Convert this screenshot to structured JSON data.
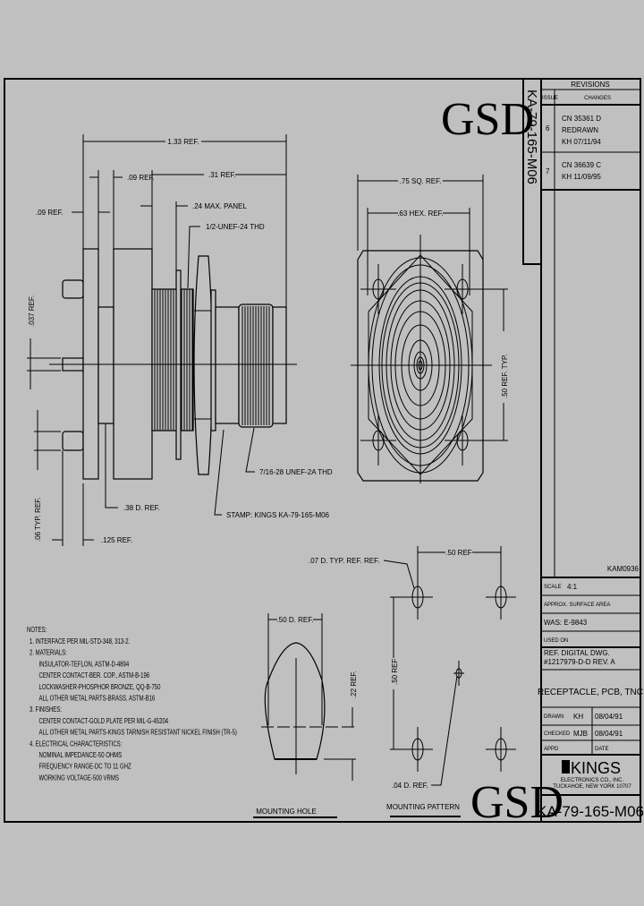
{
  "watermark": "GSD",
  "part_number": "KA-79-165-M06",
  "revisions": {
    "title": "REVISIONS",
    "col_issue": "ISSUE",
    "col_changes": "CHANGES",
    "rows": [
      {
        "issue": "6",
        "lines": [
          "CN 35361 D",
          "REDRAWN",
          "KH 07/11/94"
        ]
      },
      {
        "issue": "7",
        "lines": [
          "CN 36639 C",
          "KH 11/09/95"
        ]
      }
    ]
  },
  "side_view": {
    "dim_overall": "1.33 REF.",
    "dim_gap": ".09 REF.",
    "dim_front": ".31 REF.",
    "dim_flange": ".09 REF.",
    "dim_panel": ".24 MAX. PANEL",
    "thread_rear": "1/2-UNEF-24 THD",
    "thread_front": "7/16-28 UNEF-2A THD",
    "stamp": "STAMP: KINGS KA-79-165-M06",
    "dim_body_dia": ".38 D. REF.",
    "dim_pin_len": ".125 REF.",
    "dim_pin_spacing": ".037 REF.",
    "dim_pin_dia": ".06 TYP. REF."
  },
  "front_view": {
    "dim_square": ".75 SQ. REF.",
    "dim_hex": ".63 HEX. REF.",
    "dim_holes": ".50 REF. TYP."
  },
  "notes": {
    "title": "NOTES:",
    "lines": [
      {
        "indent": 1,
        "text": "1. INTERFACE PER MIL-STD-348, 313-2."
      },
      {
        "indent": 1,
        "text": "2. MATERIALS:"
      },
      {
        "indent": 2,
        "text": "INSULATOR-TEFLON, ASTM-D-4894"
      },
      {
        "indent": 2,
        "text": "CENTER CONTACT-BER. COP., ASTM-B-196"
      },
      {
        "indent": 2,
        "text": "LOCKWASHER-PHOSPHOR BRONZE, QQ-B-750"
      },
      {
        "indent": 2,
        "text": "ALL OTHER METAL PARTS-BRASS, ASTM-B16"
      },
      {
        "indent": 1,
        "text": "3. FINISHES:"
      },
      {
        "indent": 2,
        "text": "CENTER CONTACT-GOLD PLATE PER MIL-G-45204"
      },
      {
        "indent": 2,
        "text": "ALL OTHER METAL PARTS-KINGS TARNISH RESISTANT NICKEL FINISH (TR-5)"
      },
      {
        "indent": 1,
        "text": "4. ELECTRICAL CHARACTERISTICS:"
      },
      {
        "indent": 2,
        "text": "NOMINAL IMPEDANCE-50 OHMS"
      },
      {
        "indent": 2,
        "text": "FREQUENCY RANGE-DC TO 11 GHZ"
      },
      {
        "indent": 2,
        "text": "WORKING VOLTAGE-500 VRMS"
      }
    ]
  },
  "mounting_hole": {
    "title": "MOUNTING HOLE",
    "dim_dia": ".50 D. REF.",
    "dim_flat": ".22 REF."
  },
  "mounting_pattern": {
    "title": "MOUNTING PATTERN",
    "dim_h": ".50 REF",
    "dim_v": ".50 REF",
    "dim_hole": ".07 D. TYP. REF. REF.",
    "dim_center": ".04 D. REF."
  },
  "title_block": {
    "drawing_id": "KAM0936",
    "scale_label": "SCALE",
    "scale": "4:1",
    "surface_area_label": "APPROX. SURFACE AREA",
    "was": "WAS: E-9843",
    "used_on_label": "USED ON",
    "ref": "REF. DIGITAL DWG. #1217979-D-D REV. A",
    "title": "RECEPTACLE, PCB, TNC",
    "drawn_label": "DRAWN",
    "drawn_by": "KH",
    "drawn_date": "08/04/91",
    "checked_label": "CHECKED",
    "checked_by": "MJB",
    "checked_date": "08/04/91",
    "appd_label": "APPD",
    "date_label": "DATE",
    "company": "KINGS",
    "company_line1": "ELECTRONICS CO., INC.",
    "company_line2": "TUCKAHOE, NEW YORK 10707"
  }
}
